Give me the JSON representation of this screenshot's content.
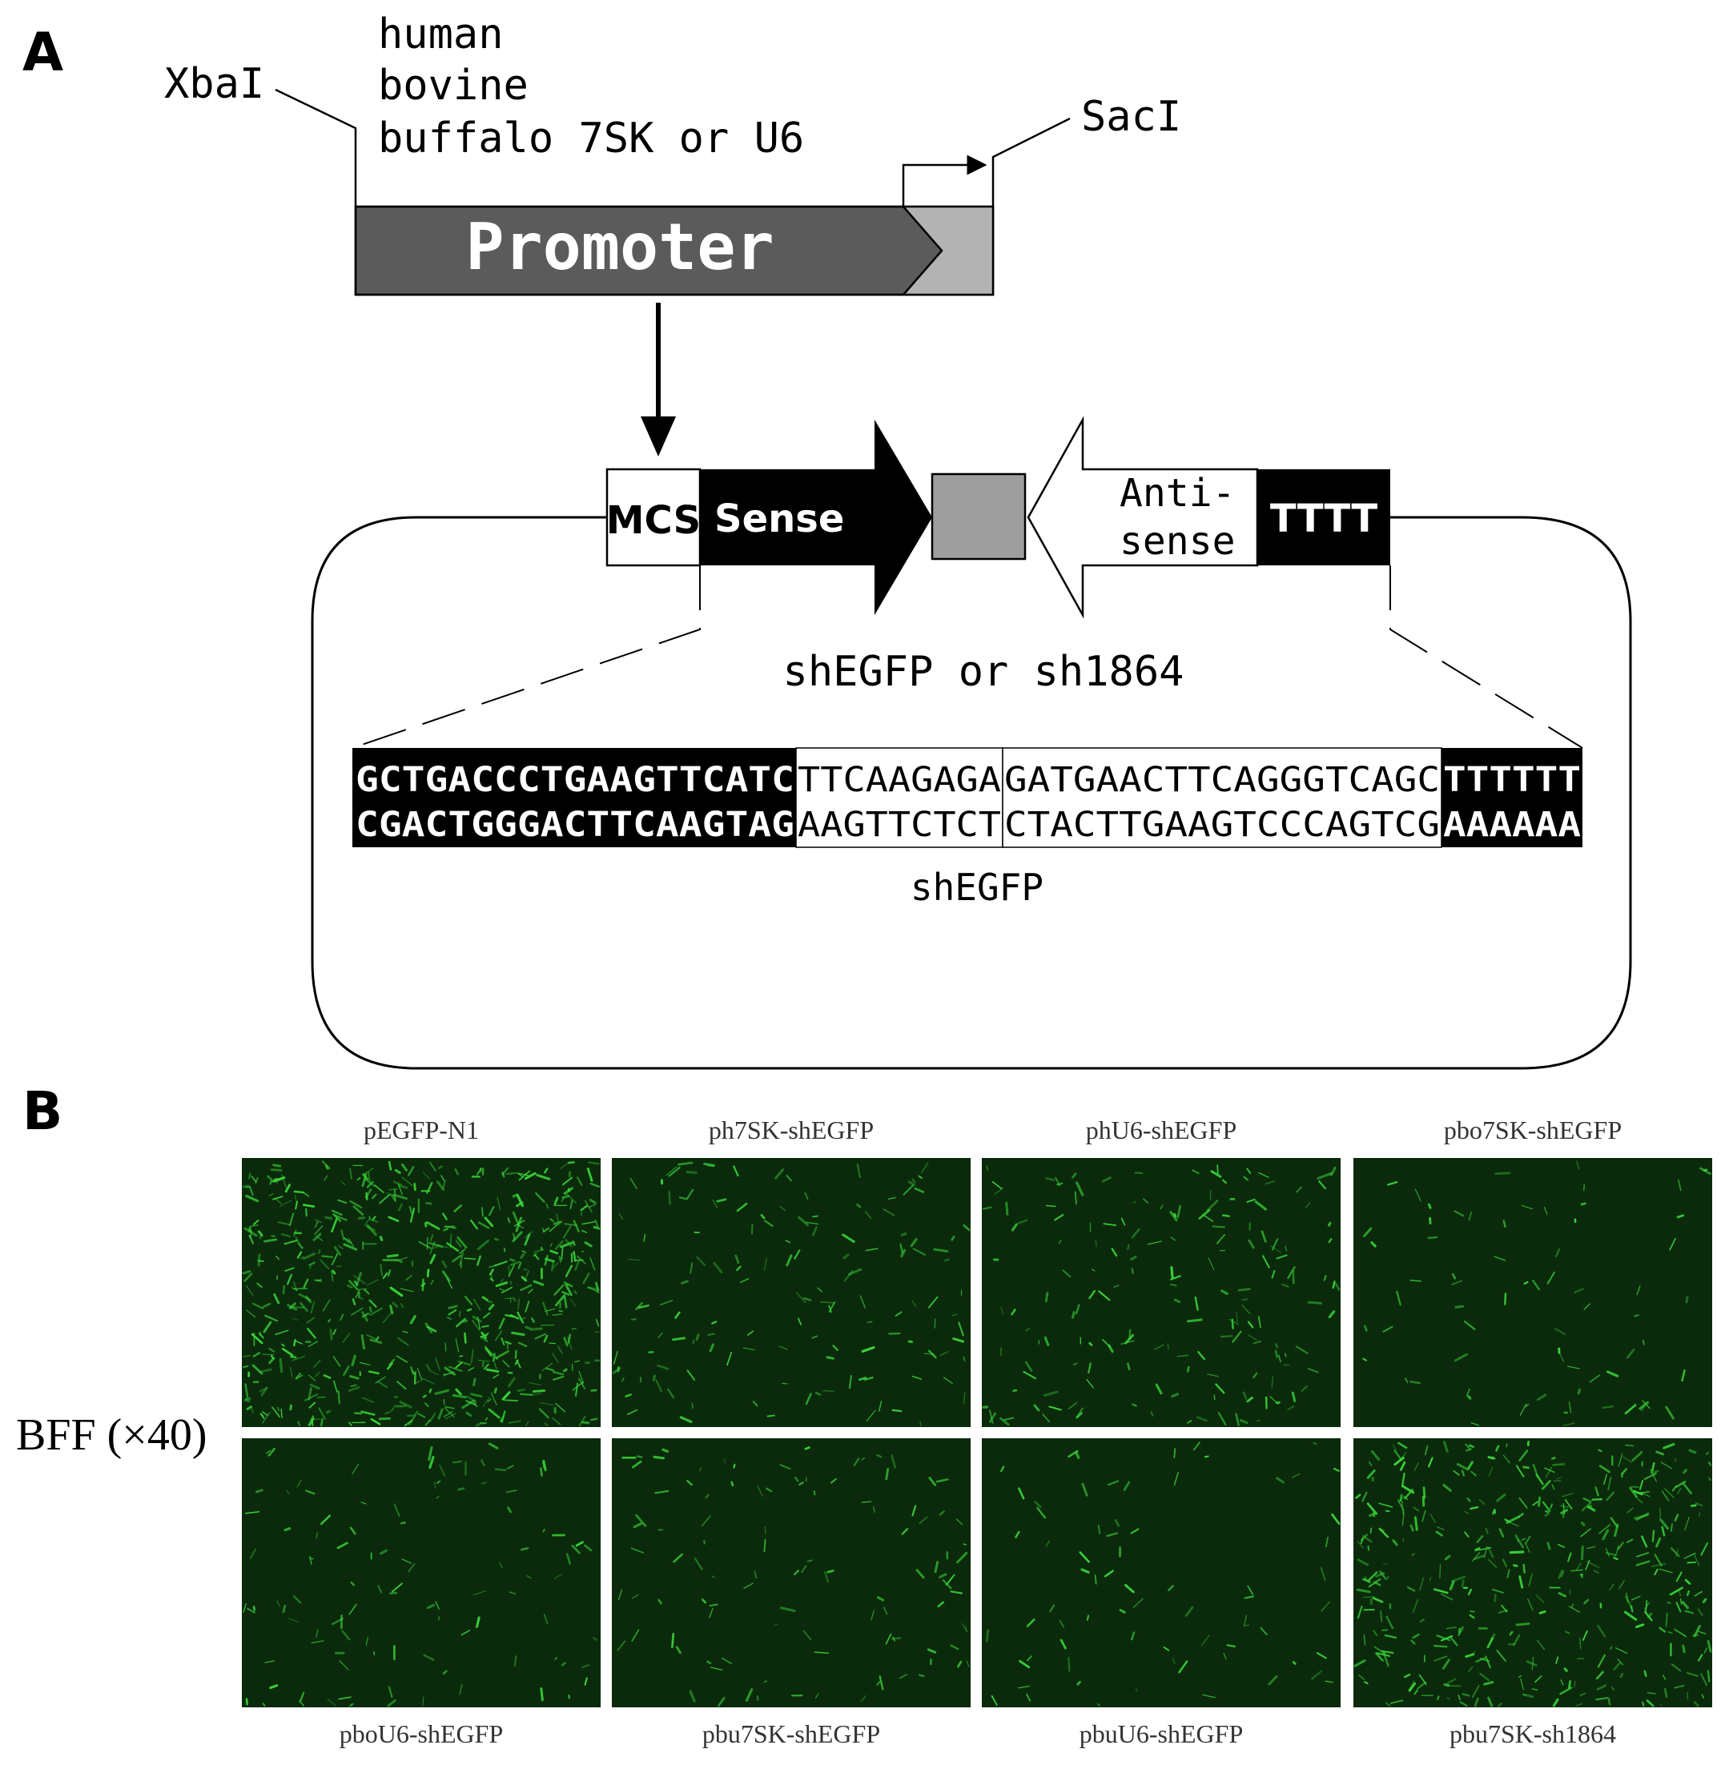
{
  "panel_a": {
    "label": "A",
    "restriction_sites": {
      "left": "XbaI",
      "right": "SacI"
    },
    "promoter_species": [
      "human",
      "bovine",
      "buffalo 7SK or U6"
    ],
    "promoter_label": "Promoter",
    "cassette": {
      "mcs": "MCS",
      "sense": "Sense",
      "antisense_line1": "Anti-",
      "antisense_line2": "sense",
      "terminator": "TTTT"
    },
    "insert_title": "shEGFP or sh1864",
    "sequence": {
      "top": {
        "sense": "GCTGACCCTGAAGTTCATC",
        "loop": "TTCAAGAGA",
        "antisense": "GATGAACTTCAGGGTCAGC",
        "terminator": "TTTTTT"
      },
      "bottom": {
        "sense": "CGACTGGGACTTCAAGTAG",
        "loop": "AAGTTCTCT",
        "antisense": "CTACTTGAAGTCCCAGTCG",
        "terminator": "AAAAAA"
      },
      "caption": "shEGFP"
    }
  },
  "panel_b": {
    "label": "B",
    "row_label": "BFF (×40)",
    "top_row": [
      {
        "name": "pEGFP-N1",
        "fluorescence": 0.9
      },
      {
        "name": "ph7SK-shEGFP",
        "fluorescence": 0.2
      },
      {
        "name": "phU6-shEGFP",
        "fluorescence": 0.25
      },
      {
        "name": "pbo7SK-shEGFP",
        "fluorescence": 0.1
      }
    ],
    "bottom_row": [
      {
        "name": "pboU6-shEGFP",
        "fluorescence": 0.15
      },
      {
        "name": "pbu7SK-shEGFP",
        "fluorescence": 0.15
      },
      {
        "name": "pbuU6-shEGFP",
        "fluorescence": 0.1
      },
      {
        "name": "pbu7SK-sh1864",
        "fluorescence": 0.6
      }
    ],
    "colors": {
      "micrograph_bg": "#0b2a0b",
      "cell": "#39d33a"
    }
  }
}
